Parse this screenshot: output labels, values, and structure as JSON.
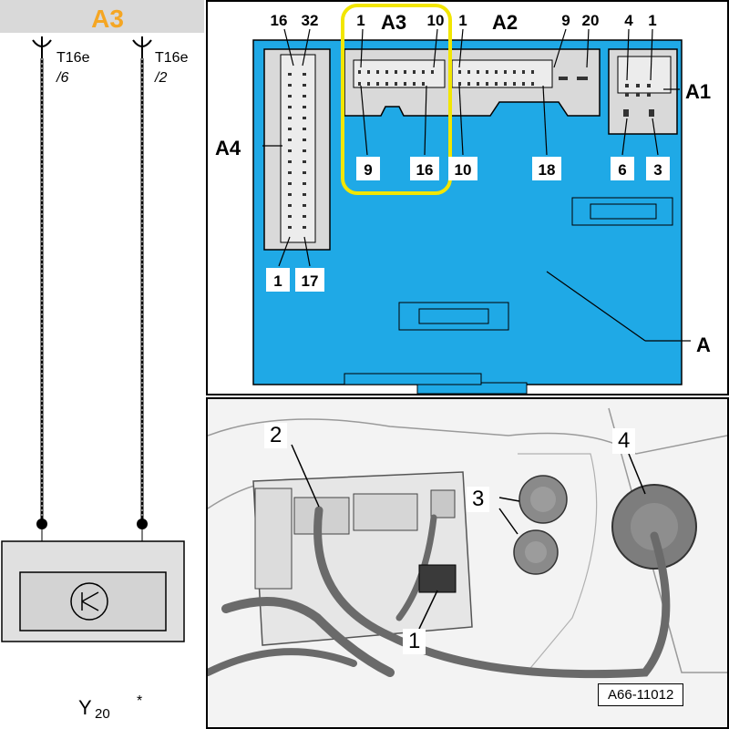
{
  "colors": {
    "accent_orange": "#f5a623",
    "module_blue": "#1fa9e6",
    "highlight_yellow": "#f2e600",
    "connector_gray": "#d9d9d9"
  },
  "wiring": {
    "header_label": "A3",
    "pin1_label": "T16e",
    "pin1_sub": "/6",
    "pin2_label": "T16e",
    "pin2_sub": "/2",
    "component": "Y",
    "component_sub": "20",
    "component_mark": "*"
  },
  "module": {
    "connectors": {
      "a1": "A1",
      "a2": "A2",
      "a3": "A3",
      "a4": "A4",
      "a": "A"
    },
    "pins_top": {
      "a4_left": "16",
      "a4_right": "32",
      "a3_left": "1",
      "a3_right": "10",
      "a2_left": "1",
      "a2_mid": "9",
      "a2_right": "20",
      "a1_left": "4",
      "a1_right": "1"
    },
    "pins_bottom": {
      "a3_left": "9",
      "a3_right": "16",
      "a2_left": "10",
      "a2_mid": "18",
      "a1_left": "6",
      "a1_right": "3",
      "a4_left": "1",
      "a4_right": "17"
    }
  },
  "photo": {
    "callouts": {
      "c1": "1",
      "c2": "2",
      "c3": "3",
      "c4": "4"
    },
    "reference": "A66-11012"
  }
}
